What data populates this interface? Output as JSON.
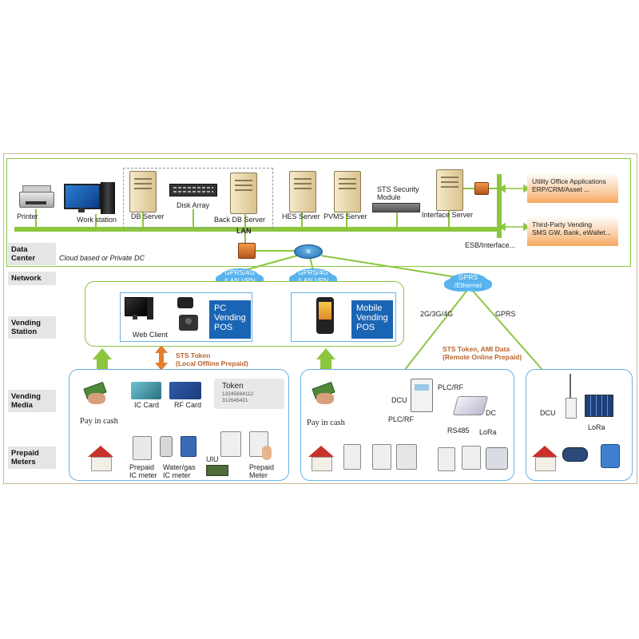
{
  "title": "",
  "data_center": {
    "row_label": "Data\nCenter",
    "subtitle": "Cloud based or Private DC",
    "lan_label": "LAN",
    "esb_label": "ESB/Interface...",
    "devices": {
      "printer": "Printer",
      "workstation": "Work station",
      "db_server": "DB Server",
      "disk_array": "Disk Array",
      "back_db_server": "Back DB Server",
      "hes_server": "HES Server",
      "pvms_server": "PVMS Server",
      "sts_module": "STS Security\nModule",
      "interface_server": "Interface Server"
    },
    "utility_apps": "Utility Office Applications\nERP/CRM/Asset ...",
    "third_party": "Third-Party Vending\nSMS GW, Bank, eWallet..."
  },
  "network": {
    "row_label": "Network",
    "cloud_left": "GPRS/4G\n/LAN  VPN",
    "cloud_mid": "GPRS/4G\n/LAN  VPN",
    "cloud_right": "GPRS\n/Ethernet",
    "link_2g": "2G/3G/4G",
    "link_gprs": "GPRS"
  },
  "vending_station": {
    "row_label": "Vending\nStation",
    "web_client": "Web Client",
    "pc_pos": "PC\nVending\nPOS",
    "mobile_pos": "Mobile\nVending\nPOS"
  },
  "tokens": {
    "local_offline": "STS Token\n(Local Offline  Prepaid)",
    "remote_online": "STS Token, AMI Data\n(Remote Online Prepaid)"
  },
  "vending_media": {
    "row_label": "Vending\nMedia",
    "pay_in_cash_left": "Pay in cash",
    "ic_card": "IC Card",
    "rf_card": "RF Card",
    "token_title": "Token",
    "token_numbers": "13245694112\n312645421",
    "pay_in_cash_mid": "Pay in cash",
    "dcu_mid": "DCU",
    "plc_rf_top": "PLC/RF",
    "plc_rf_left": "PLC/RF",
    "dc": "DC",
    "rs485": "RS485",
    "lora_mid": "LoRa",
    "dcu_right": "DCU",
    "lora_right": "LoRa"
  },
  "prepaid_meters": {
    "row_label": "Prepaid\nMeters",
    "prepaid_ic": "Prepaid\nIC meter",
    "water_gas_ic": "Water/gas\nIC meter",
    "uiu": "UIU",
    "prepaid_meter": "Prepaid\nMeter"
  },
  "colors": {
    "green": "#8cc63f",
    "blue_border": "#6bb0e0",
    "token_brown": "#b8642d",
    "pos_blue": "#1a64b4",
    "cloud_blue": "#58b3ee"
  }
}
